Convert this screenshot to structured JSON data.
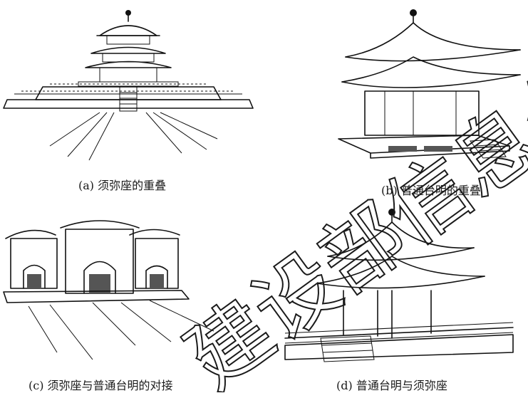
{
  "panels": [
    {
      "caption": "(a) 须弥座的重叠"
    },
    {
      "caption": "(b) 普通台明的重叠"
    },
    {
      "caption": "(c) 须弥座与普通台明的对接"
    },
    {
      "caption": "(d) 普通台明与须弥座"
    }
  ],
  "watermark": {
    "text": "建设部信息公开"
  }
}
